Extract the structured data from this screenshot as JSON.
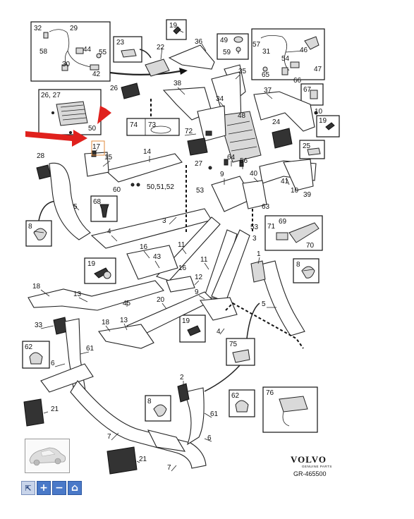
{
  "brand": {
    "name": "VOLVO",
    "subtitle": "GENUINE PARTS"
  },
  "reference": "GR-465500",
  "toolbar": {
    "select_icon": "⇱",
    "zoom_in_icon": "+",
    "zoom_out_icon": "−",
    "home_icon": "⌂"
  },
  "box_labels": {
    "b32": "32",
    "b29": "29",
    "b58": "58",
    "b44": "44",
    "b55": "55",
    "b30": "30",
    "b42": "42",
    "b23": "23",
    "b19a": "19",
    "b49": "49",
    "b59": "59",
    "b57": "57",
    "b31": "31",
    "b54": "54",
    "b46": "46",
    "b47": "47",
    "b65": "65",
    "b66": "66",
    "b2627": "26, 27",
    "b50": "50",
    "b67": "67",
    "b74": "74",
    "b73": "73",
    "b19b": "19",
    "b25": "25",
    "b68": "68",
    "b8a": "8",
    "b19c": "19",
    "b71": "71",
    "b69": "69",
    "b70": "70",
    "b8b": "8",
    "b19d": "19",
    "b75": "75",
    "b62a": "62",
    "b8c": "8",
    "b62b": "62",
    "b76": "76"
  },
  "callouts": {
    "c36": "36",
    "c22": "22",
    "c35": "35",
    "c26": "26",
    "c38": "38",
    "c34": "34",
    "c37": "37",
    "c10a": "10",
    "c24": "24",
    "c48": "48",
    "c72": "72",
    "c17": "17",
    "c14": "14",
    "c15": "15",
    "c27": "27",
    "c64": "64",
    "c56": "56",
    "c28": "28",
    "c9a": "9",
    "c40": "40",
    "c60": "60",
    "c505152": "50,51,52",
    "c53a": "53",
    "c41": "41",
    "c39": "39",
    "c10b": "10",
    "c5a": "5",
    "c63": "63",
    "c3a": "3",
    "c4a": "4",
    "c53b": "53",
    "c3b": "3",
    "c16a": "16",
    "c43": "43",
    "c11a": "11",
    "c16b": "16",
    "c11b": "11",
    "c1": "1",
    "c18a": "18",
    "c13a": "13",
    "c45": "45",
    "c12": "12",
    "c20": "20",
    "c9b": "9",
    "c5b": "5",
    "c4b": "4",
    "c33": "33",
    "c18b": "18",
    "c13b": "13",
    "c61a": "61",
    "c6a": "6",
    "c21a": "21",
    "c2": "2",
    "c61b": "61",
    "c7a": "7",
    "c6b": "6",
    "c21b": "21",
    "c7b": "7"
  }
}
